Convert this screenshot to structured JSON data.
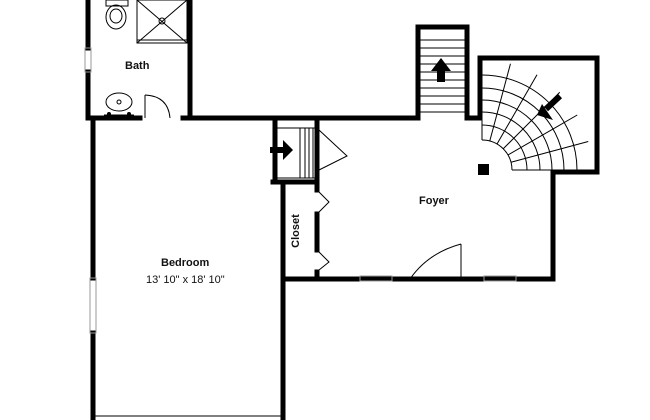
{
  "rooms": {
    "bath": {
      "name": "Bath"
    },
    "foyer": {
      "name": "Foyer"
    },
    "closet": {
      "name": "Closet"
    },
    "bedroom": {
      "name": "Bedroom",
      "dimensions": "13' 10\" x 18' 10\""
    }
  },
  "fixtures": [
    "toilet-icon",
    "shower-icon",
    "sink-icon",
    "stairs-up-icon",
    "spiral-stairs-icon",
    "landing-step-icon",
    "column-icon"
  ],
  "colors": {
    "wall": "#000000",
    "background": "#ffffff",
    "window": "#9a9a9a"
  }
}
